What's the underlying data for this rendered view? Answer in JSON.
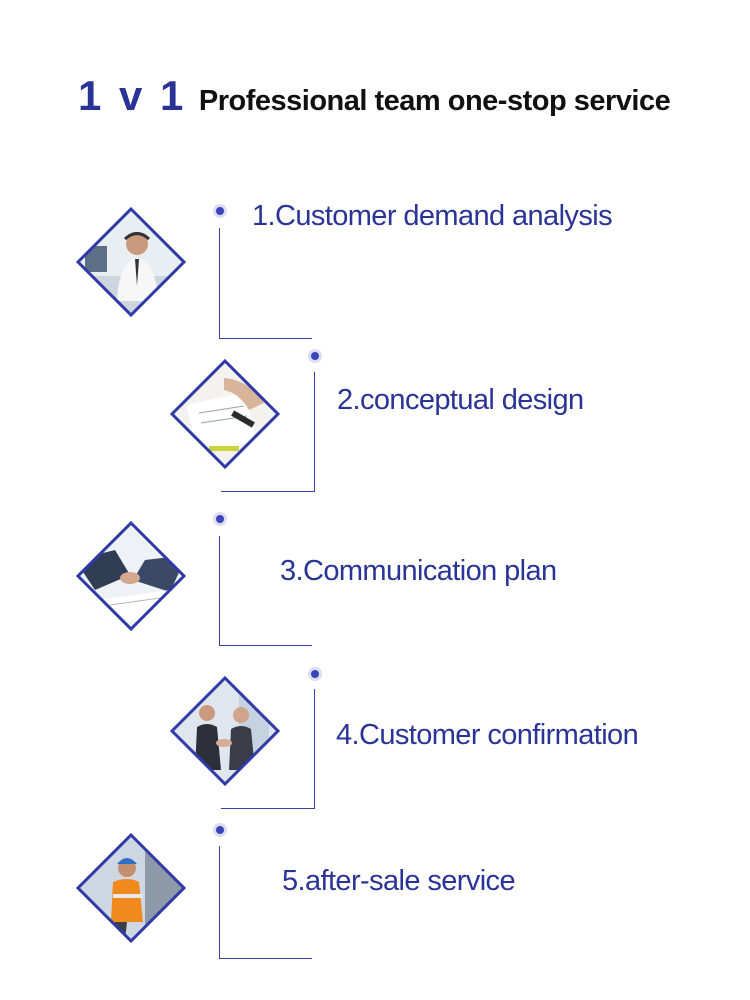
{
  "heading": {
    "badge": "1 v 1",
    "title": "Professional team one-stop service"
  },
  "steps": [
    {
      "label": "1.Customer demand analysis",
      "photo_icon": "call-center-agent-icon"
    },
    {
      "label": "2.conceptual design",
      "photo_icon": "design-sketch-icon"
    },
    {
      "label": "3.Communication plan",
      "photo_icon": "business-meeting-icon"
    },
    {
      "label": "4.Customer confirmation",
      "photo_icon": "handshake-icon"
    },
    {
      "label": "5.after-sale service",
      "photo_icon": "service-technician-icon"
    }
  ],
  "colors": {
    "accent": "#2a3497",
    "line": "#3a41a8",
    "dot": "#3b44b8",
    "title": "#111111"
  }
}
